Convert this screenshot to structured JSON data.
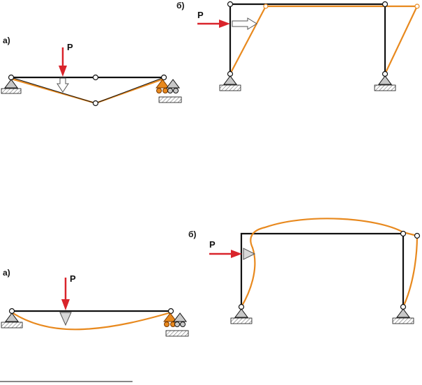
{
  "labels": {
    "top_a": "а)",
    "top_b": "б)",
    "bottom_a": "а)",
    "bottom_b": "б)"
  },
  "forces": {
    "top_a": "P",
    "top_b": "P",
    "bottom_a": "P",
    "bottom_b": "P"
  },
  "colors": {
    "structure": "#111111",
    "deflection": "#E8891E",
    "force": "#D9242B",
    "support": "#C8C8C8",
    "roller_support": "#E8891E"
  }
}
